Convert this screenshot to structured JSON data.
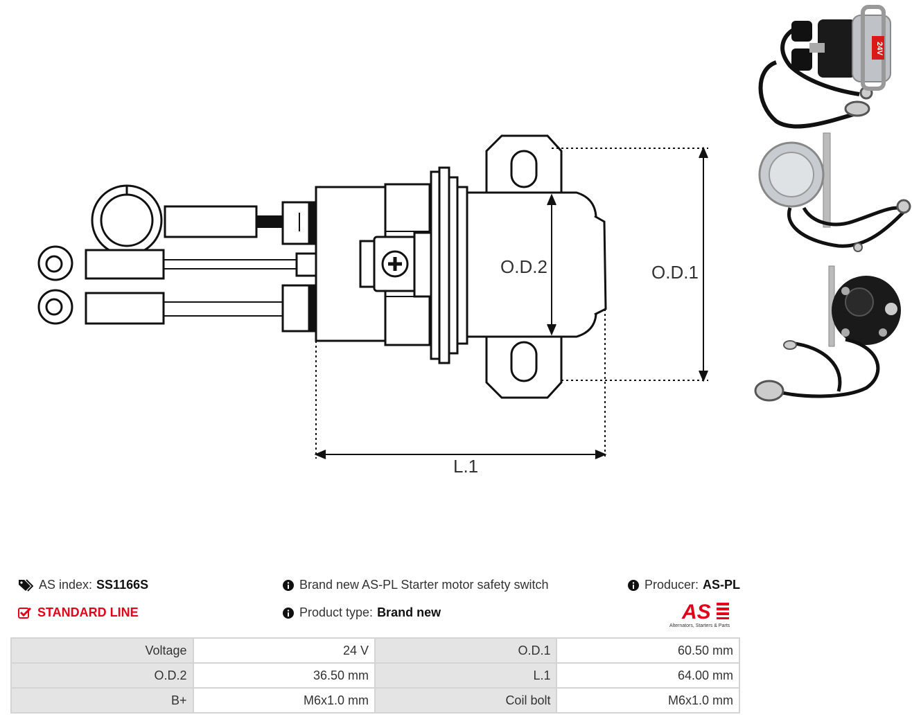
{
  "drawing": {
    "labels": {
      "od2": "O.D.2",
      "od1": "O.D.1",
      "l1": "L.1"
    }
  },
  "photos": {
    "badge_text": "24V"
  },
  "info": {
    "as_index_label": "AS index:",
    "as_index_value": "SS1166S",
    "standard_line": "STANDARD LINE",
    "description": "Brand new AS-PL Starter motor safety switch",
    "product_type_label": "Product type:",
    "product_type_value": "Brand new",
    "producer_label": "Producer:",
    "producer_value": "AS-PL"
  },
  "logo": {
    "mark": "AS",
    "tagline": "Alternators, Starters & Parts"
  },
  "specs": [
    {
      "k1": "Voltage",
      "v1": "24 V",
      "k2": "O.D.1",
      "v2": "60.50 mm"
    },
    {
      "k1": "O.D.2",
      "v1": "36.50 mm",
      "k2": "L.1",
      "v2": "64.00 mm"
    },
    {
      "k1": "B+",
      "v1": "M6x1.0 mm",
      "k2": "Coil bolt",
      "v2": "M6x1.0 mm"
    }
  ],
  "colors": {
    "accent_red": "#e3001b",
    "table_key_bg": "#e4e4e4",
    "table_border": "#d4d4d4"
  },
  "icons": [
    "tags-icon",
    "check-square-icon",
    "info-circle-icon"
  ]
}
